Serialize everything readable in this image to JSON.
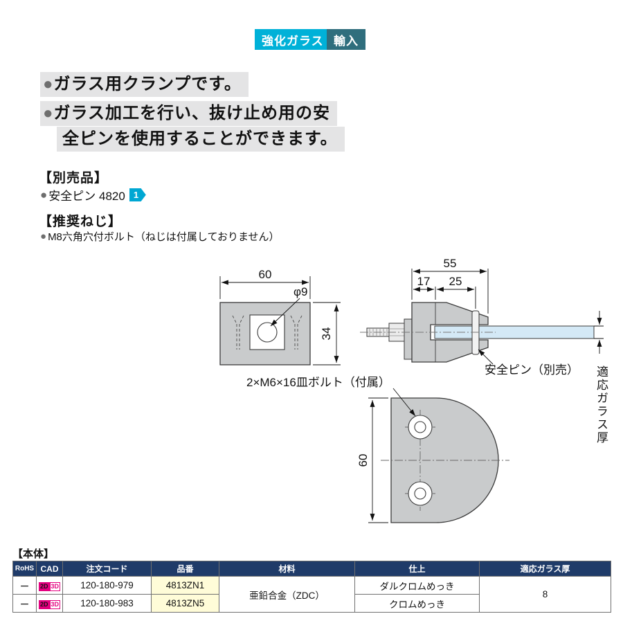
{
  "colors": {
    "tempered_badge_bg": "#00b1d8",
    "import_badge_bg": "#2f6e7d",
    "ref_arrow_bg": "#00a7d3",
    "table_header_bg": "#1f3b69",
    "part_no_bg": "#fffcd8",
    "cad_magenta": "#e4007f",
    "highlight_gray": "#e4e4e5",
    "metal_gray": "#c9cbcc",
    "glass_blue": "#d4e9f6"
  },
  "badges": {
    "tempered_glass": "強化ガラス",
    "import": "輸入"
  },
  "features": {
    "bullet": "●",
    "line1": "ガラス用クランプです。",
    "line2": "ガラス加工を行い、抜け止め用の安",
    "line3": "全ピンを使用することができます。"
  },
  "separately_sold": {
    "heading": "【別売品】",
    "bullet": "●",
    "item": "安全ピン 4820",
    "ref": "1"
  },
  "recommended_screw": {
    "heading": "【推奨ねじ】",
    "bullet": "●",
    "item": "M8六角穴付ボルト（ねじは付属しておりません）"
  },
  "drawing": {
    "front_width": "60",
    "hole_dia": "φ9",
    "height": "34",
    "depth_total": "55",
    "depth_17": "17",
    "depth_25": "25",
    "safety_pin_label": "安全ピン（別売）",
    "glass_thickness_label": "適応ガラス厚",
    "bolt_label": "2×M6×16皿ボルト（付属）",
    "plate_height": "60"
  },
  "table": {
    "title": "【本体】",
    "headers": {
      "rohs": "RoHS",
      "cad": "CAD",
      "order_code": "注文コード",
      "part_no": "品番",
      "material": "材料",
      "finish": "仕上",
      "glass_thickness": "適応ガラス厚"
    },
    "material": "亜鉛合金（ZDC）",
    "glass_thickness": "8",
    "rows": [
      {
        "rohs": "ー",
        "cad2d": "2D",
        "cad3d": "3D",
        "order_code": "120-180-979",
        "part_no": "4813ZN1",
        "finish": "ダルクロムめっき"
      },
      {
        "rohs": "ー",
        "cad2d": "2D",
        "cad3d": "3D",
        "order_code": "120-180-983",
        "part_no": "4813ZN5",
        "finish": "クロムめっき"
      }
    ]
  }
}
